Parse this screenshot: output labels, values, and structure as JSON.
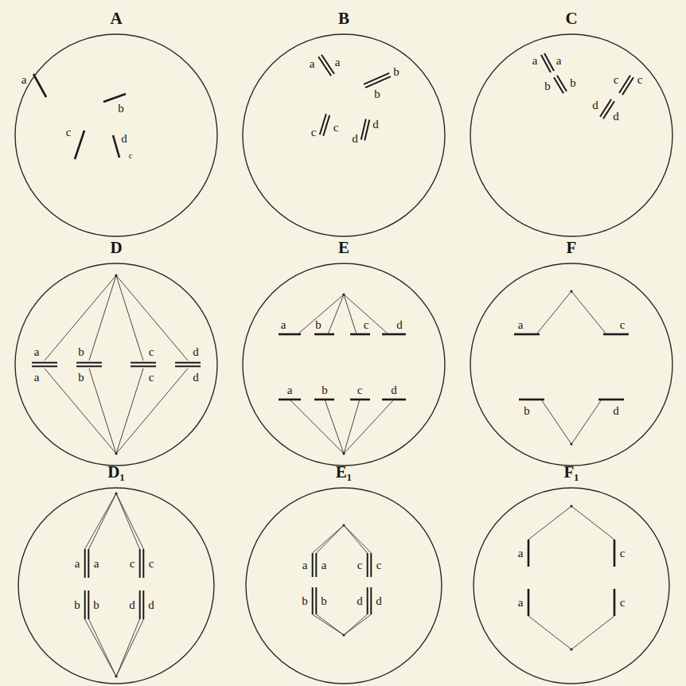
{
  "diagram": {
    "nodes": [
      {
        "text": [
          "A"
        ]
      },
      {
        "text": [
          "B"
        ]
      },
      {
        "text": [
          "C"
        ]
      },
      {
        "text": [
          "D"
        ]
      },
      {
        "text": [
          "E"
        ]
      },
      {
        "text": [
          "F"
        ]
      },
      {
        "text": [
          "D₁"
        ]
      },
      {
        "text": [
          "E₁"
        ]
      },
      {
        "text": [
          "F₁"
        ]
      }
    ],
    "labels": [
      "a",
      "b",
      "c",
      "d",
      "c",
      "a",
      "a",
      "b",
      "b",
      "c",
      "c",
      "d",
      "d",
      "a",
      "a",
      "b",
      "b",
      "c",
      "c",
      "d",
      "d",
      "a",
      "b",
      "c",
      "d",
      "a",
      "b",
      "c",
      "d",
      "a",
      "b",
      "c",
      "d",
      "a",
      "b",
      "c",
      "d",
      "a",
      "c",
      "b",
      "d",
      "a",
      "a",
      "c",
      "c",
      "b",
      "b",
      "d",
      "d",
      "a",
      "a",
      "c",
      "c",
      "b",
      "b",
      "d",
      "d",
      "a",
      "c",
      "a",
      "c"
    ]
  }
}
